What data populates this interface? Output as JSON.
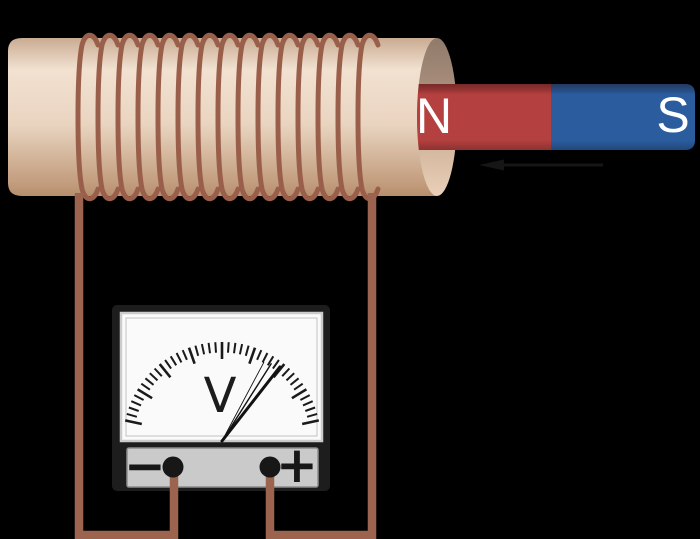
{
  "scene": {
    "background_color": "#000000"
  },
  "coil": {
    "windings_count": 15,
    "wire_color": "#9a5f4a",
    "body_highlight_color": "#f2e1d1",
    "body_shadow_color": "#bf9a7a",
    "opening_top_color": "#8f7a6b",
    "opening_bottom_color": "#ead0b8"
  },
  "magnet": {
    "north_label": "N",
    "south_label": "S",
    "north_color": "#b4403f",
    "south_color": "#2b5c9e",
    "label_color": "#ffffff",
    "motion_direction": "left",
    "arrow_color": "#161616"
  },
  "voltmeter": {
    "dial_label": "V",
    "negative_terminal_label": "−",
    "positive_terminal_label": "+",
    "frame_color": "#1d1d1d",
    "face_color": "#fafafa",
    "panel_color": "#cacaca",
    "tick_color": "#1a1a1a",
    "scale": {
      "tick_count": 41,
      "long_tick_every": 5,
      "start_angle_deg": -78,
      "end_angle_deg": 78
    },
    "needle": {
      "color": "#121212",
      "angles_deg": [
        38,
        32.5,
        28
      ]
    }
  },
  "wiring": {
    "color": "#9c644e"
  }
}
